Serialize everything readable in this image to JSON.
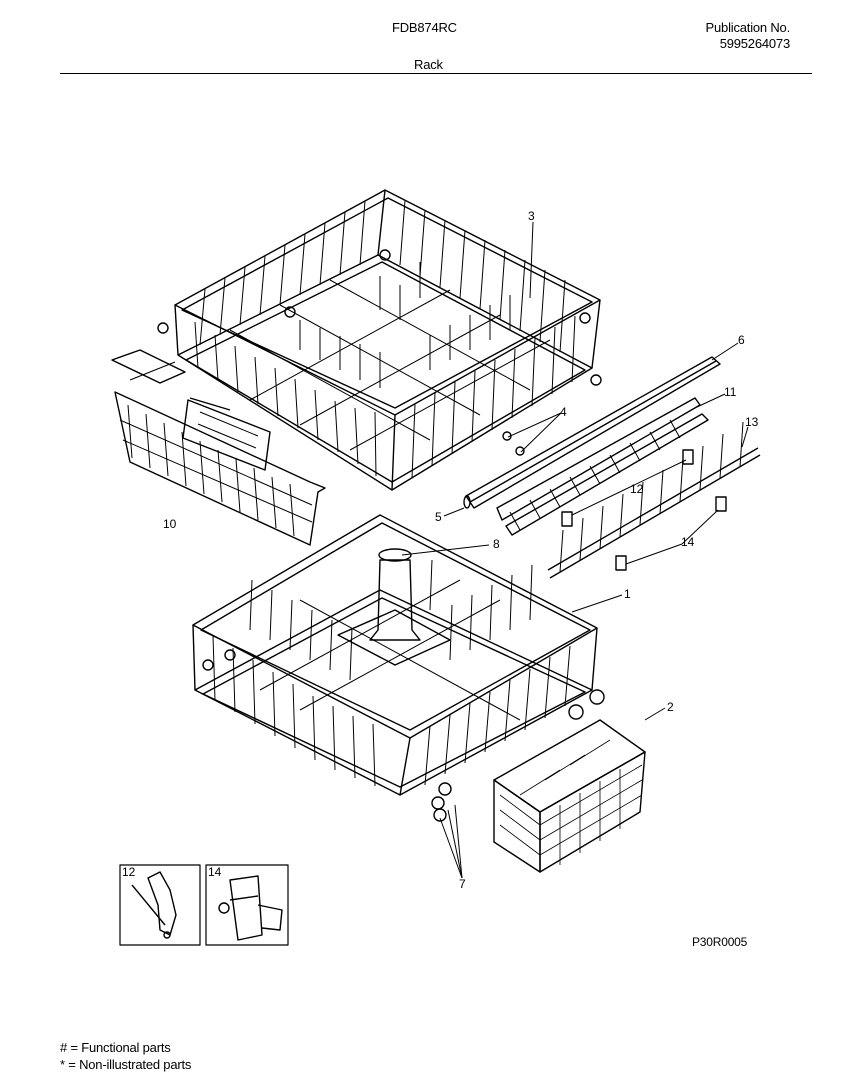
{
  "header": {
    "model": "FDB874RC",
    "publication_label": "Publication No.",
    "publication_number": "5995264073",
    "section": "Rack"
  },
  "callouts": {
    "c1": "1",
    "c2": "2",
    "c3": "3",
    "c4": "4",
    "c5": "5",
    "c6": "6",
    "c7": "7",
    "c8": "8",
    "c10": "10",
    "c11": "11",
    "c12": "12",
    "c13": "13",
    "c14": "14"
  },
  "insets": {
    "left_label": "12",
    "right_label": "14"
  },
  "diagram_code": "P30R0005",
  "legend": {
    "functional": "# = Functional parts",
    "non_illustrated": "* = Non-illustrated parts"
  }
}
